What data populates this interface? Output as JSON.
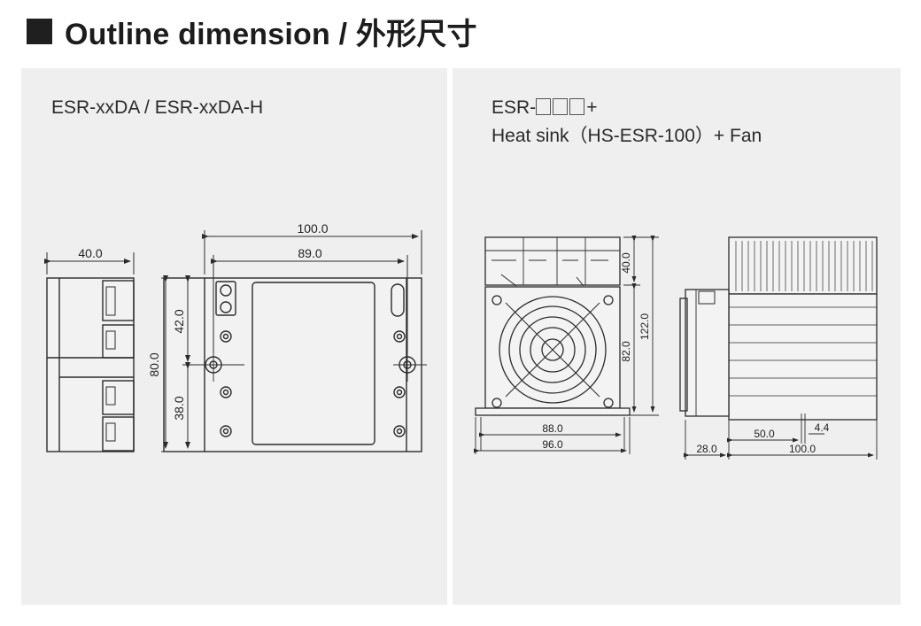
{
  "header": {
    "title": "Outline dimension / 外形尺寸"
  },
  "left_panel": {
    "caption": "ESR-xxDA / ESR-xxDA-H",
    "dimensions": {
      "side_width": "40.0",
      "front_overall_width": "100.0",
      "front_mount_width": "89.0",
      "front_height": "80.0",
      "upper_height": "42.0",
      "lower_height": "38.0"
    }
  },
  "right_panel": {
    "caption_prefix": "ESR-",
    "caption_suffix": "+",
    "caption_line2": "Heat sink（HS-ESR-100）+ Fan",
    "dimensions": {
      "top_height": "40.0",
      "total_height": "122.0",
      "fan_height": "82.0",
      "base_inner_width": "88.0",
      "base_outer_width": "96.0",
      "side_offset": "28.0",
      "side_length": "100.0",
      "mount_position": "50.0",
      "slot_width": "4.4"
    }
  },
  "colors": {
    "panel_background": "#efefef",
    "line": "#2b2b2b"
  }
}
